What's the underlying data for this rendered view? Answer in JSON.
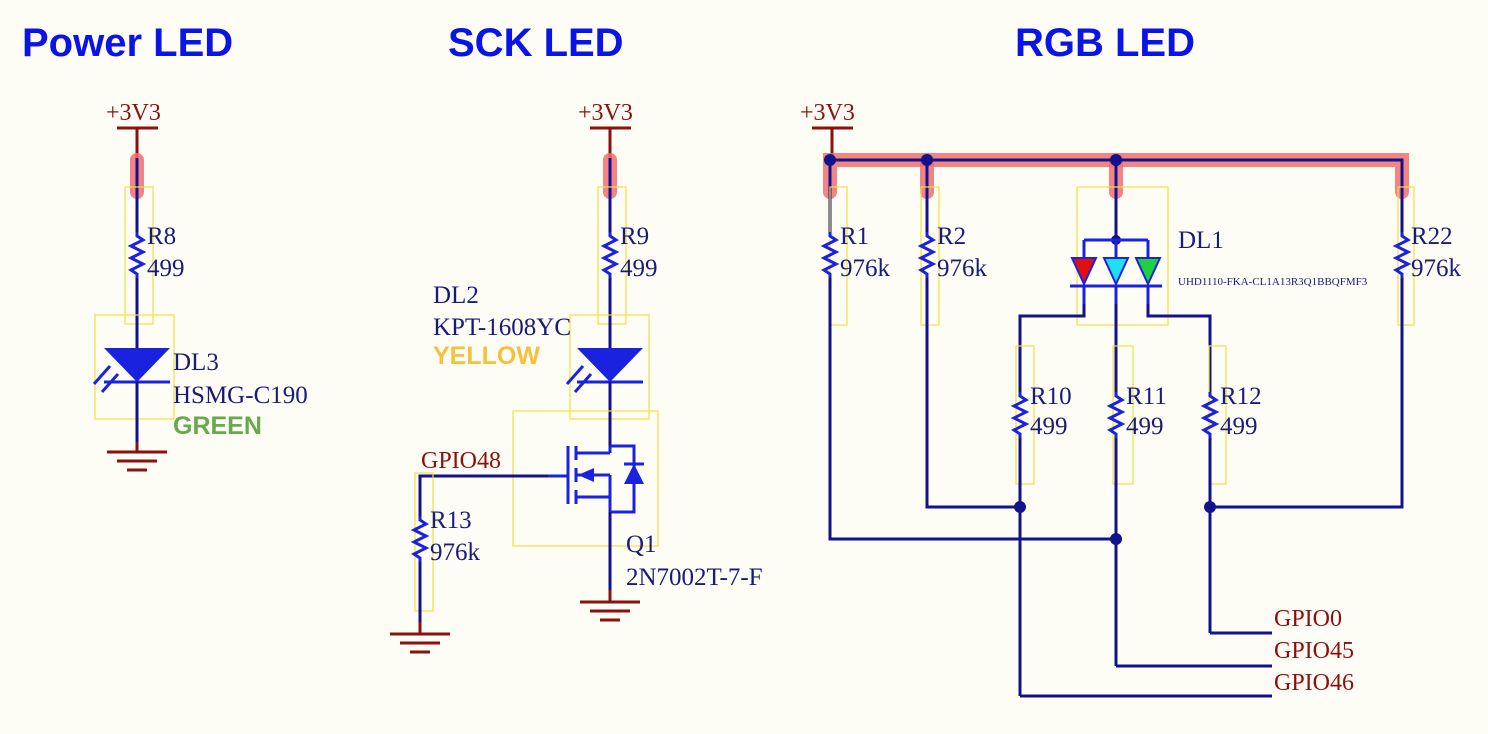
{
  "titles": {
    "power": "Power LED",
    "sck": "SCK LED",
    "rgb": "RGB LED"
  },
  "power_net": "+3V3",
  "net_labels": {
    "gpio48": "GPIO48",
    "gpio0": "GPIO0",
    "gpio45": "GPIO45",
    "gpio46": "GPIO46"
  },
  "parts": {
    "r8": {
      "ref": "R8",
      "value": "499"
    },
    "dl3": {
      "ref": "DL3",
      "value": "HSMG-C190",
      "color_label": "GREEN",
      "color": "#6aa84f"
    },
    "r9": {
      "ref": "R9",
      "value": "499"
    },
    "dl2": {
      "ref": "DL2",
      "value": "KPT-1608YC",
      "color_label": "YELLOW",
      "color": "#f5c13c"
    },
    "r13": {
      "ref": "R13",
      "value": "976k"
    },
    "q1": {
      "ref": "Q1",
      "value": "2N7002T-7-F"
    },
    "r1": {
      "ref": "R1",
      "value": "976k"
    },
    "r2": {
      "ref": "R2",
      "value": "976k"
    },
    "dl1": {
      "ref": "DL1",
      "value": "UHD1110-FKA-CL1A13R3Q1BBQFMF3"
    },
    "r22": {
      "ref": "R22",
      "value": "976k"
    },
    "r10": {
      "ref": "R10",
      "value": "499"
    },
    "r11": {
      "ref": "R11",
      "value": "499"
    },
    "r12": {
      "ref": "R12",
      "value": "499"
    }
  },
  "colors": {
    "wire": "#12128c",
    "power": "#8b1010",
    "symbol": "#1a22e0",
    "title": "#0a14e6",
    "highlight": "#f07070",
    "selection_box": "#f0e040",
    "led_red": "#e01010",
    "led_cyan": "#20e0f0",
    "led_green": "#20d040",
    "background": "#fdfcf5"
  }
}
